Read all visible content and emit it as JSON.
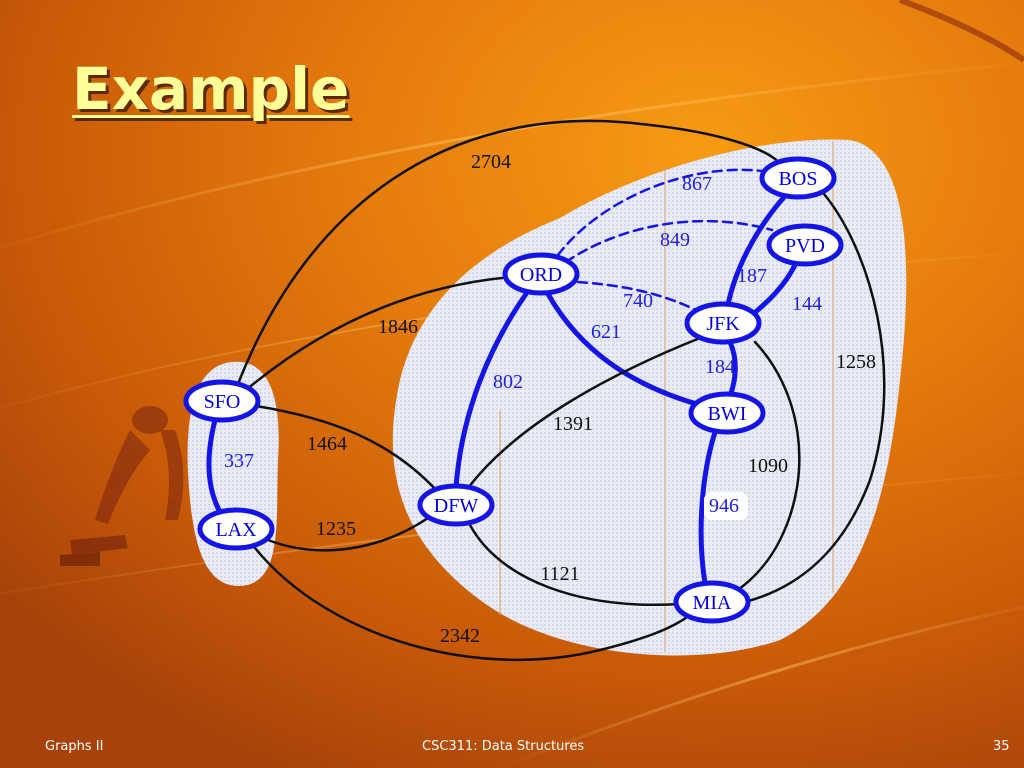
{
  "slide": {
    "title": "Example",
    "footer_left": "Graphs II",
    "footer_center": "CSC311: Data Structures",
    "footer_right": "35"
  },
  "graph": {
    "nodes": [
      "SFO",
      "LAX",
      "ORD",
      "DFW",
      "BOS",
      "PVD",
      "JFK",
      "BWI",
      "MIA"
    ],
    "edges": [
      {
        "from": "SFO",
        "to": "BOS",
        "weight": "2704",
        "style": "plain"
      },
      {
        "from": "SFO",
        "to": "ORD",
        "weight": "1846",
        "style": "plain"
      },
      {
        "from": "SFO",
        "to": "DFW",
        "weight": "1464",
        "style": "plain"
      },
      {
        "from": "SFO",
        "to": "LAX",
        "weight": "337",
        "style": "tree"
      },
      {
        "from": "LAX",
        "to": "DFW",
        "weight": "1235",
        "style": "plain"
      },
      {
        "from": "LAX",
        "to": "MIA",
        "weight": "2342",
        "style": "plain"
      },
      {
        "from": "ORD",
        "to": "BOS",
        "weight": "867",
        "style": "dashed"
      },
      {
        "from": "ORD",
        "to": "PVD",
        "weight": "849",
        "style": "dashed"
      },
      {
        "from": "ORD",
        "to": "JFK",
        "weight": "740",
        "style": "dashed"
      },
      {
        "from": "ORD",
        "to": "BWI",
        "weight": "621",
        "style": "tree"
      },
      {
        "from": "ORD",
        "to": "DFW",
        "weight": "802",
        "style": "tree"
      },
      {
        "from": "BOS",
        "to": "JFK",
        "weight": "187",
        "style": "tree"
      },
      {
        "from": "PVD",
        "to": "JFK",
        "weight": "144",
        "style": "tree"
      },
      {
        "from": "JFK",
        "to": "BWI",
        "weight": "184",
        "style": "tree"
      },
      {
        "from": "JFK",
        "to": "DFW",
        "weight": "1391",
        "style": "plain"
      },
      {
        "from": "BOS",
        "to": "MIA",
        "weight": "1258",
        "style": "plain"
      },
      {
        "from": "JFK",
        "to": "MIA",
        "weight": "1090",
        "style": "plain"
      },
      {
        "from": "BWI",
        "to": "MIA",
        "weight": "946",
        "style": "tree"
      },
      {
        "from": "DFW",
        "to": "MIA",
        "weight": "1121",
        "style": "plain"
      }
    ]
  },
  "colors": {
    "tree_edge": "#1414e6",
    "plain_edge": "#111111",
    "node_fill": "#ffffff",
    "node_text": "#0000dd",
    "cloud_fill": "#e6e8f5"
  }
}
